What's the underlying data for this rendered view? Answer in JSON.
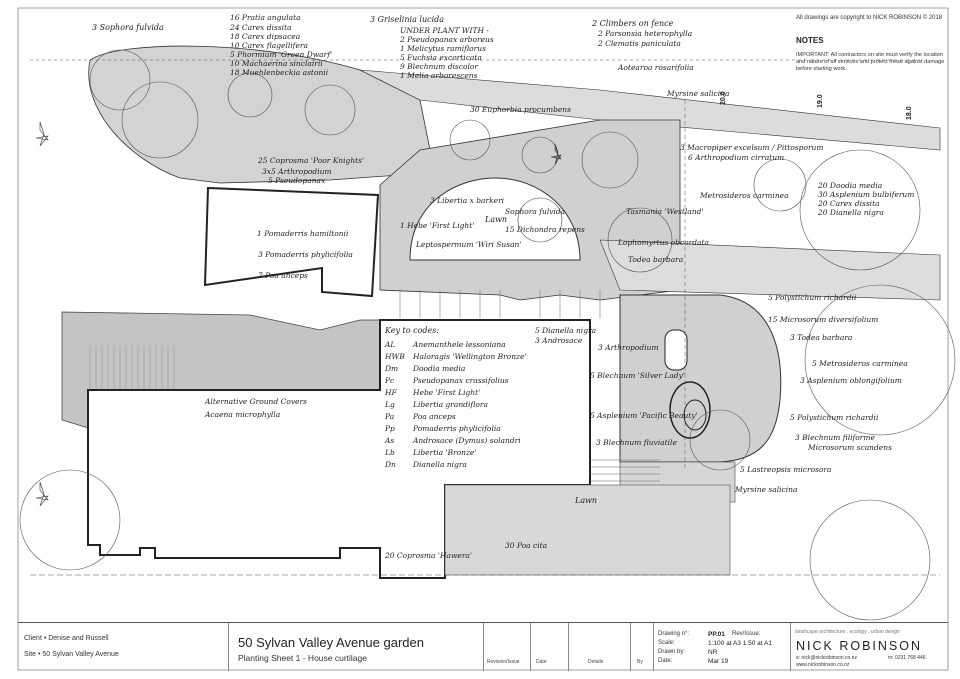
{
  "sheet": {
    "copyright": "All drawings are copyright to NICK ROBINSON © 2018",
    "notes_title": "NOTES",
    "notes_text": "IMPORTANT: All contractors on site must verify the location and nature of all services and protect these against damage before starting work."
  },
  "contours": [
    "20.0",
    "19.0",
    "18.0"
  ],
  "labels": {
    "top_left": [
      "3 Sophora fulvida",
      "16 Pratia angulata",
      "24 Carex dissita",
      "18 Carex dipsacea",
      "10 Carex flagellifera",
      "5 Phormium 'Green Dwarf'",
      "10 Machaerina sinclairii",
      "18 Muehlenbeckia astonii"
    ],
    "top_mid": [
      "3 Griselinia lucida",
      "UNDER PLANT WITH -",
      "2 Pseudopanax arboreus",
      "1 Melicytus ramiflorus",
      "5 Fuchsia excorticata",
      "9 Blechnum discolor",
      "1 Melia arborescens"
    ],
    "top_right": [
      "2 Climbers on fence",
      "2 Parsonsia heterophylla",
      "2 Clematis paniculata",
      "Aotearoa rosarifolia",
      "Myrsine salicina"
    ],
    "right": [
      "3 Macropiper excelsum / Pittosporum",
      "6 Arthropodium cirratum",
      "Metrosideros carminea",
      "20 Doodia media",
      "30 Asplenium bulbiferum",
      "20 Carex dissita",
      "20 Dianella nigra",
      "5 Polystichum richardii",
      "15 Microsorum diversifolium",
      "3 Todea barbara",
      "5 Metrosideros carminea",
      "3 Asplenium oblongifolium",
      "5 Polystichum richardii",
      "3 Blechnum filiforme",
      "Microsorum scandens",
      "5 Lastreopsis microsora",
      "Myrsine salicina"
    ],
    "garden": [
      "25 Coprosma 'Poor Knights'",
      "3x5 Arthropodium",
      "5 Pseudopanax",
      "30 Euphorbia procumbens",
      "3 Libertia x barkeri",
      "Sophora fulvida",
      "1 Hebe 'First Light'",
      "15 Dichondra repens",
      "Leptospermum 'Wiri Susan'",
      "Todea barbara",
      "Lophomyrtus obcordata",
      "Tasmania 'Westland'",
      "5 Dianella nigra",
      "3 Androsace",
      "3 Arthropodium",
      "5 Blechnum 'Silver Lady'",
      "5 Asplenium 'Pacific Beauty'",
      "3 Blechnum fluviatile"
    ],
    "bed": [
      "1 Pomaderris hamiltonii",
      "3 Pomaderris phylicifolia",
      "7 Poa anceps"
    ],
    "house": [
      "Alternative Ground Covers",
      "Acaena microphylla"
    ],
    "lawn": "Lawn",
    "lawn_top": "Lawn",
    "bottom": [
      "20 Coprosma 'Hawera'",
      "30 Poa cita"
    ]
  },
  "legend": {
    "title": "Key to codes:",
    "items": [
      [
        "AL",
        "Anemanthele lessoniana"
      ],
      [
        "HWB",
        "Haloragis 'Wellington Bronze'"
      ],
      [
        "Dm",
        "Doodia media"
      ],
      [
        "Pc",
        "Pseudopanax crassifolius"
      ],
      [
        "HF",
        "Hebe 'First Light'"
      ],
      [
        "Lg",
        "Libertia grandiflora"
      ],
      [
        "Pa",
        "Poa anceps"
      ],
      [
        "Pp",
        "Pomaderris phylicifolia"
      ],
      [
        "As",
        "Androsace (Dymus) solandri"
      ],
      [
        "Lb",
        "Libertia 'Bronze'"
      ],
      [
        "Dn",
        "Dianella nigra"
      ]
    ]
  },
  "title_block": {
    "client": "Client • Denise and Russell",
    "site": "Site • 50 Sylvan Valley Avenue",
    "project_title": "50 Sylvan Valley Avenue garden",
    "sheet_title": "Planting Sheet 1 - House curtilage",
    "rev_headers": [
      "Revision/Issue",
      "Date",
      "Details",
      "By"
    ],
    "drawing_no_label": "Drawing n°:",
    "drawing_no": "PP.01",
    "rev_label": "Rev/Issue:",
    "scale_label": "Scale:",
    "scale": "1:100 at A3   1:50 at A1",
    "drawn_label": "Drawn by:",
    "drawn": "NR",
    "date_label": "Date:",
    "date": "Mar 19",
    "firm_tag": "landscape architecture . ecology . urban design",
    "firm": "NICK ROBINSON",
    "email": "e: nick@nickrobinson.co.nz",
    "mobile": "m: 0231 768 446",
    "web": "www.nickrobinson.co.nz"
  }
}
